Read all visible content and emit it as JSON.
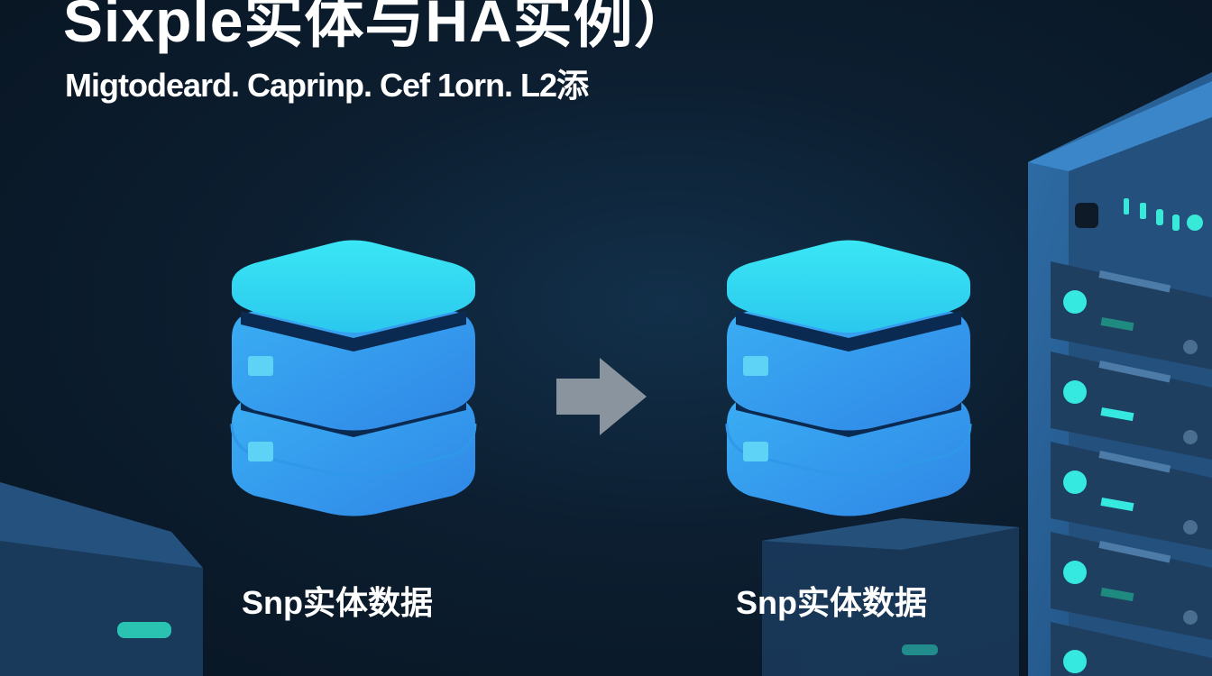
{
  "header": {
    "title": "Sixple实体与HA实例）",
    "subtitle": "Migtodeard. Caprinp. Cef 1orn. L2添"
  },
  "diagram": {
    "source": {
      "label": "Snp实体数据",
      "icon": "database-stack-icon"
    },
    "arrow": {
      "icon": "arrow-right-icon"
    },
    "target": {
      "label": "Snp实体数据",
      "icon": "database-stack-icon"
    }
  },
  "colors": {
    "accent": "#2ee6f0",
    "db_body": "#3aa6f0",
    "db_top": "#35e0f2",
    "arrow": "#8a949e",
    "background": "#0c1e30",
    "server": "#2e6fa8"
  }
}
